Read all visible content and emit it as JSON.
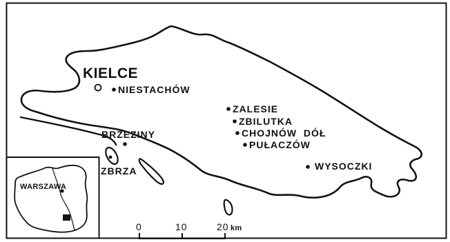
{
  "map": {
    "main_city": "KIELCE",
    "localities": [
      {
        "name": "NIESTACHÓW"
      },
      {
        "name": "ZALESIE"
      },
      {
        "name": "ZBILUTKA"
      },
      {
        "name": "CHOJNÓW  DÓŁ"
      },
      {
        "name": "PUŁACZÓW"
      },
      {
        "name": "WYSOCZKI"
      },
      {
        "name": "BRZEZINY"
      },
      {
        "name": "ZBRZA"
      }
    ],
    "inset": {
      "capital": "WARSZAWA"
    },
    "scale_bar": {
      "ticks": [
        "0",
        "10",
        "20"
      ],
      "unit": "km"
    }
  }
}
